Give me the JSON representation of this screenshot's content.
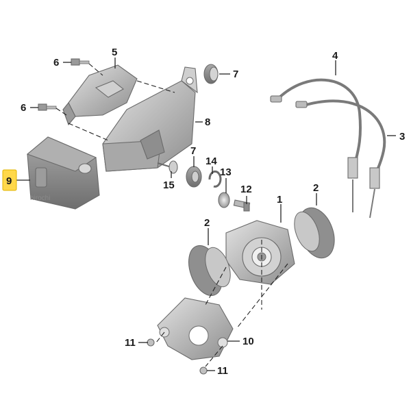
{
  "diagram": {
    "highlighted_label": "9",
    "labels": {
      "l1": "1",
      "l2a": "2",
      "l2b": "2",
      "l3": "3",
      "l4": "4",
      "l5": "5",
      "l6a": "6",
      "l6b": "6",
      "l7a": "7",
      "l7b": "7",
      "l8": "8",
      "l9": "9",
      "l10": "10",
      "l11a": "11",
      "l11b": "11",
      "l12": "12",
      "l13": "13",
      "l14": "14",
      "l15": "15"
    },
    "watermark": "hirochi",
    "colors": {
      "part_fill": "#bdbdbd",
      "part_dark": "#8c8c8c",
      "highlight": "#ffd84a"
    }
  }
}
